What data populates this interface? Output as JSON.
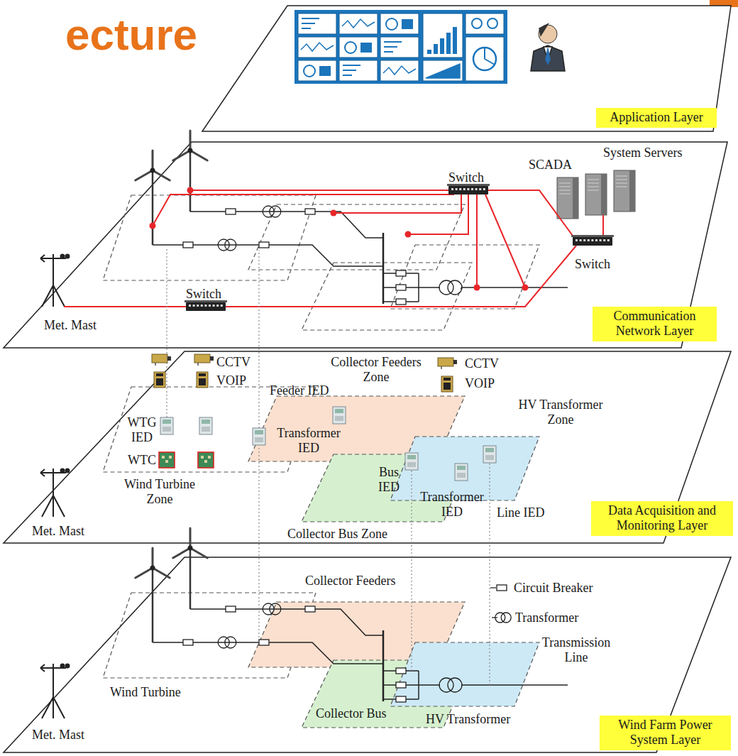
{
  "diagram": {
    "title": "ecture",
    "nodes": [
      {
        "text": [
          "Application Layer"
        ]
      },
      {
        "text": [
          "Communication Network Layer"
        ]
      },
      {
        "text": [
          "Data Acquisition and Monitoring Layer"
        ]
      },
      {
        "text": [
          "Wind Farm Power System Layer"
        ]
      }
    ],
    "labels": [
      "SCADA",
      "System Servers",
      "Switch",
      "Switch",
      "Switch",
      "Met. Mast",
      "CCTV",
      "VOIP",
      "Collector Feeders Zone",
      "Feeder IED",
      "CCTV",
      "VOIP",
      "HV Transformer Zone",
      "WTG IED",
      "WTC",
      "Transformer IED",
      "Bus IED",
      "Transformer IED",
      "Line IED",
      "Wind Turbine Zone",
      "Collector Bus Zone",
      "Met. Mast",
      "Collector Feeders",
      "Transmission Line",
      "Wind Turbine",
      "Collector Bus",
      "HV Transformer",
      "Met. Mast"
    ],
    "legend": [
      {
        "text": "Circuit Breaker"
      },
      {
        "text": "Transformer"
      }
    ]
  }
}
